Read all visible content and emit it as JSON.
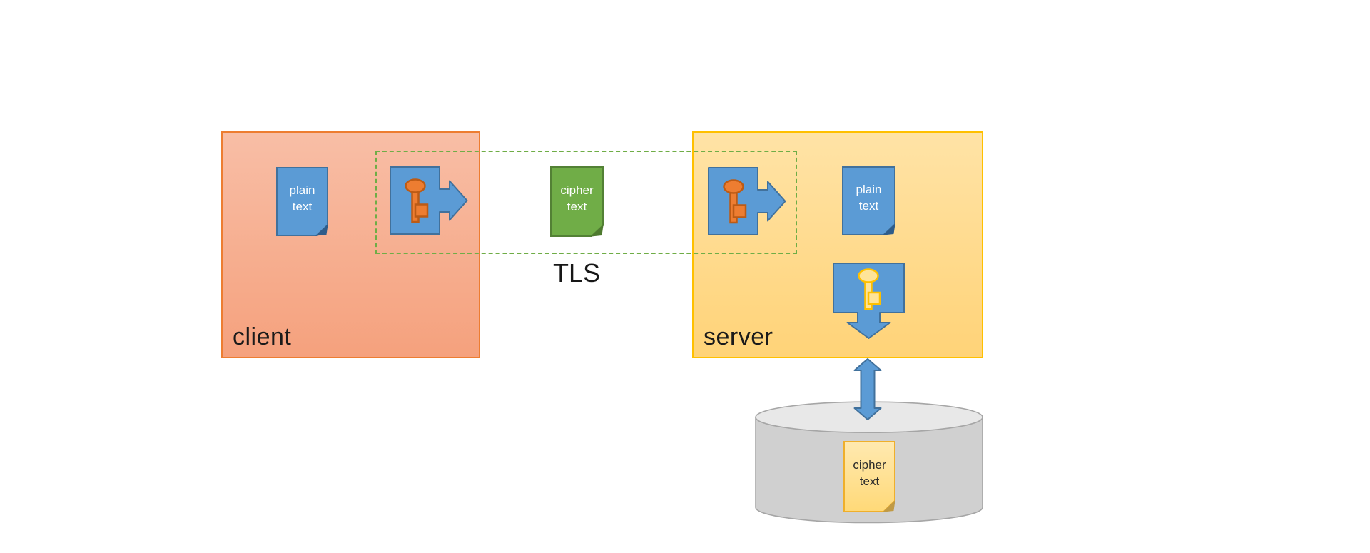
{
  "labels": {
    "client": "client",
    "server": "server",
    "tls": "TLS"
  },
  "documents": {
    "client_plain": {
      "line1": "plain",
      "line2": "text"
    },
    "tls_cipher": {
      "line1": "cipher",
      "line2": "text"
    },
    "server_plain": {
      "line1": "plain",
      "line2": "text"
    },
    "db_cipher": {
      "line1": "cipher",
      "line2": "text"
    }
  },
  "icons": {
    "client_encrypt": "key-right-arrow-icon",
    "server_encrypt": "key-right-arrow-icon",
    "server_decrypt": "key-down-arrow-icon",
    "server_db_link": "double-headed-arrow-icon",
    "storage": "database-cylinder-icon"
  },
  "colors": {
    "client_box_fill_top": "#F8BEA6",
    "client_box_fill_bottom": "#F5A17D",
    "client_box_border": "#ED7D31",
    "server_box_fill_top": "#FFE3A6",
    "server_box_fill_bottom": "#FFD378",
    "server_box_border": "#FFC000",
    "blue_shape_fill": "#5B9BD5",
    "blue_shape_border": "#41719C",
    "blue_fold": "#2E5C8A",
    "green_doc_fill": "#70AD47",
    "green_doc_border": "#538135",
    "green_fold": "#4E7A2F",
    "yellow_doc_fill_top": "#FFE9B0",
    "yellow_doc_fill_bottom": "#FFD978",
    "yellow_doc_border": "#EFAF2B",
    "yellow_fold": "#C09A45",
    "orange_key_fill": "#ED7D31",
    "orange_key_border": "#BC5B15",
    "yellow_key_fill": "#FFE499",
    "yellow_key_border": "#FFC000",
    "tls_dash": "#6FAD46",
    "cylinder_body": "#D0D0D0",
    "cylinder_top": "#E8E8E8",
    "cylinder_border": "#A6A6A6",
    "label_text": "#1A1A1A",
    "doc_text_light": "#FFFFFF",
    "doc_text_dark": "#2B2B2B"
  }
}
